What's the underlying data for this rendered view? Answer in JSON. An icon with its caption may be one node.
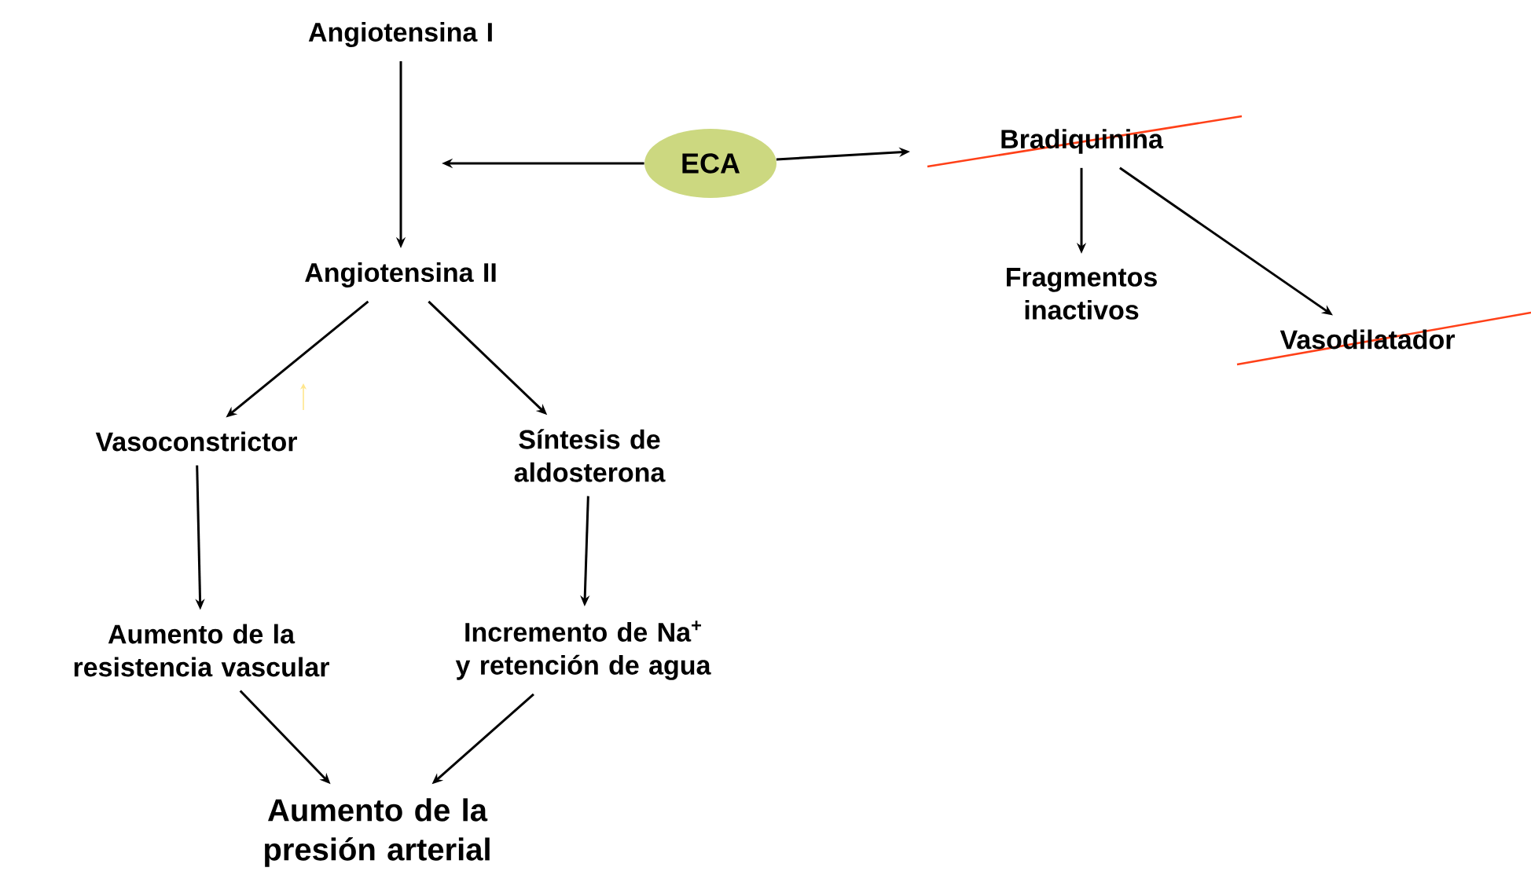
{
  "diagram": {
    "nodes": [
      {
        "text": [
          "Angiotensina I"
        ]
      },
      {
        "text": [
          "ECA"
        ]
      },
      {
        "text": [
          "Bradiquinina"
        ]
      },
      {
        "text": [
          "Angiotensina II"
        ]
      },
      {
        "text": [
          "Fragmentos inactivos"
        ]
      },
      {
        "text": [
          "Vasodilatador"
        ]
      },
      {
        "text": [
          "Vasoconstrictor"
        ]
      },
      {
        "text": [
          "Síntesis de aldosterona"
        ]
      },
      {
        "text": [
          "Aumento de la resistencia vascular"
        ]
      },
      {
        "text": [
          "Incremento de Na$^{+}$ y retención de agua"
        ]
      },
      {
        "text": [
          "Aumento de la presión arterial"
        ]
      }
    ],
    "edges": [
      {
        "from": 0,
        "to": 3,
        "arrow": "to"
      },
      {
        "from": 1,
        "to": null,
        "arrow": "to"
      },
      {
        "from": 1,
        "to": 2,
        "arrow": "to"
      },
      {
        "from": 2,
        "to": 4,
        "arrow": "to"
      },
      {
        "from": 2,
        "to": 5,
        "arrow": "to"
      },
      {
        "from": 3,
        "to": 6,
        "arrow": "to"
      },
      {
        "from": 3,
        "to": 7,
        "arrow": "to"
      },
      {
        "from": 6,
        "to": 8,
        "arrow": "to"
      },
      {
        "from": 7,
        "to": 9,
        "arrow": "to"
      },
      {
        "from": 8,
        "to": 10,
        "arrow": "to"
      },
      {
        "from": 9,
        "to": 10,
        "arrow": "to"
      }
    ]
  }
}
